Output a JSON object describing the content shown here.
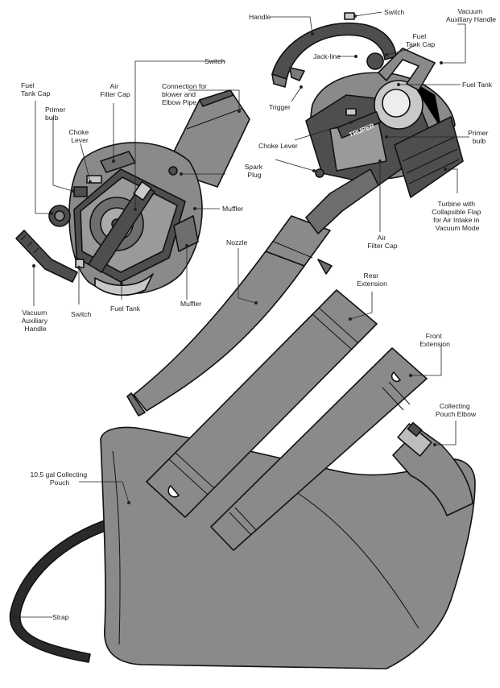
{
  "colors": {
    "body": "#8a8a8a",
    "dark": "#4e4e4e",
    "light": "#c9c9c9",
    "outline": "#111111",
    "text": "#222222"
  },
  "brand": "TRUPER",
  "labels": {
    "handle": "Handle",
    "switch_top": "Switch",
    "vacuum_aux_handle_right": [
      "Vacuum",
      "Auxiliary Handle"
    ],
    "fuel_tank_cap_right": [
      "Fuel",
      "Tank Cap"
    ],
    "jack_line": "Jack-line",
    "fuel_tank_right": "Fuel Tank",
    "trigger": "Trigger",
    "choke_lever_right": "Choke Lever",
    "primer_bulb_right": [
      "Primer",
      "bulb"
    ],
    "spark_plug": [
      "Spark",
      "Plug"
    ],
    "turbine": [
      "Turbine with",
      "Collapsible Flap",
      "for Air Intake in",
      "Vacuum Mode"
    ],
    "air_filter_cap_right": [
      "Air",
      "Filter Cap"
    ],
    "switch_left_top": "Switch",
    "connection": [
      "Connection for",
      "blower and",
      "Elbow Pipe"
    ],
    "fuel_tank_cap_left": [
      "Fuel",
      "Tank Cap"
    ],
    "primer_bulb_left": [
      "Primer",
      "bulb"
    ],
    "air_filter_cap_left": [
      "Air",
      "Filter Cap"
    ],
    "choke_lever_left": [
      "Choke",
      "Lever"
    ],
    "muffler_1": "Muffler",
    "muffler_2": "Muffler",
    "vacuum_aux_handle_left": [
      "Vacuum",
      "Auxiliary",
      "Handle"
    ],
    "switch_left_bottom": "Switch",
    "fuel_tank_left": "Fuel Tank",
    "nozzle": "Nozzle",
    "rear_extension": [
      "Rear",
      "Extension"
    ],
    "front_extension": [
      "Front",
      "Extension"
    ],
    "collecting_pouch_elbow": [
      "Collecting",
      "Pouch Elbow"
    ],
    "collecting_pouch": [
      "10.5 gal Collecting",
      "Pouch"
    ],
    "strap": "Strap"
  }
}
